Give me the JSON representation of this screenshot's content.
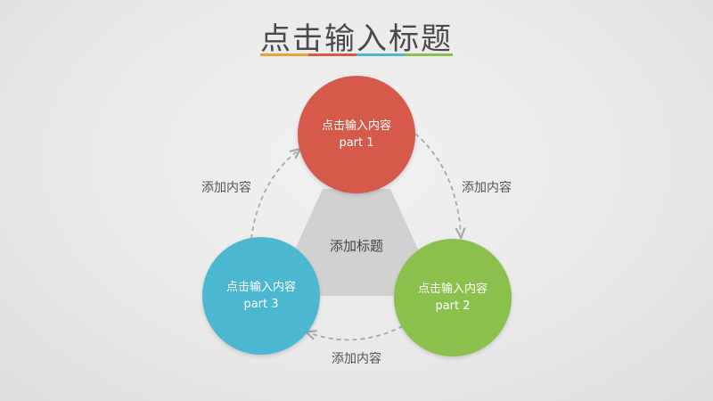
{
  "title": "点击输入标题",
  "underline_colors": [
    "#e8a23a",
    "#d65a4a",
    "#4bb7d0",
    "#8cc04c"
  ],
  "center": {
    "label": "添加标题",
    "color": "#d1d1d1"
  },
  "nodes": [
    {
      "text": "点击输入内容",
      "sub": "part 1",
      "color": "#d65a4a"
    },
    {
      "text": "点击输入内容",
      "sub": "part 2",
      "color": "#8cc04c"
    },
    {
      "text": "点击输入内容",
      "sub": "part 3",
      "color": "#4bb7d0"
    }
  ],
  "arrows": [
    {
      "label": "添加内容"
    },
    {
      "label": "添加内容"
    },
    {
      "label": "添加内容"
    }
  ]
}
